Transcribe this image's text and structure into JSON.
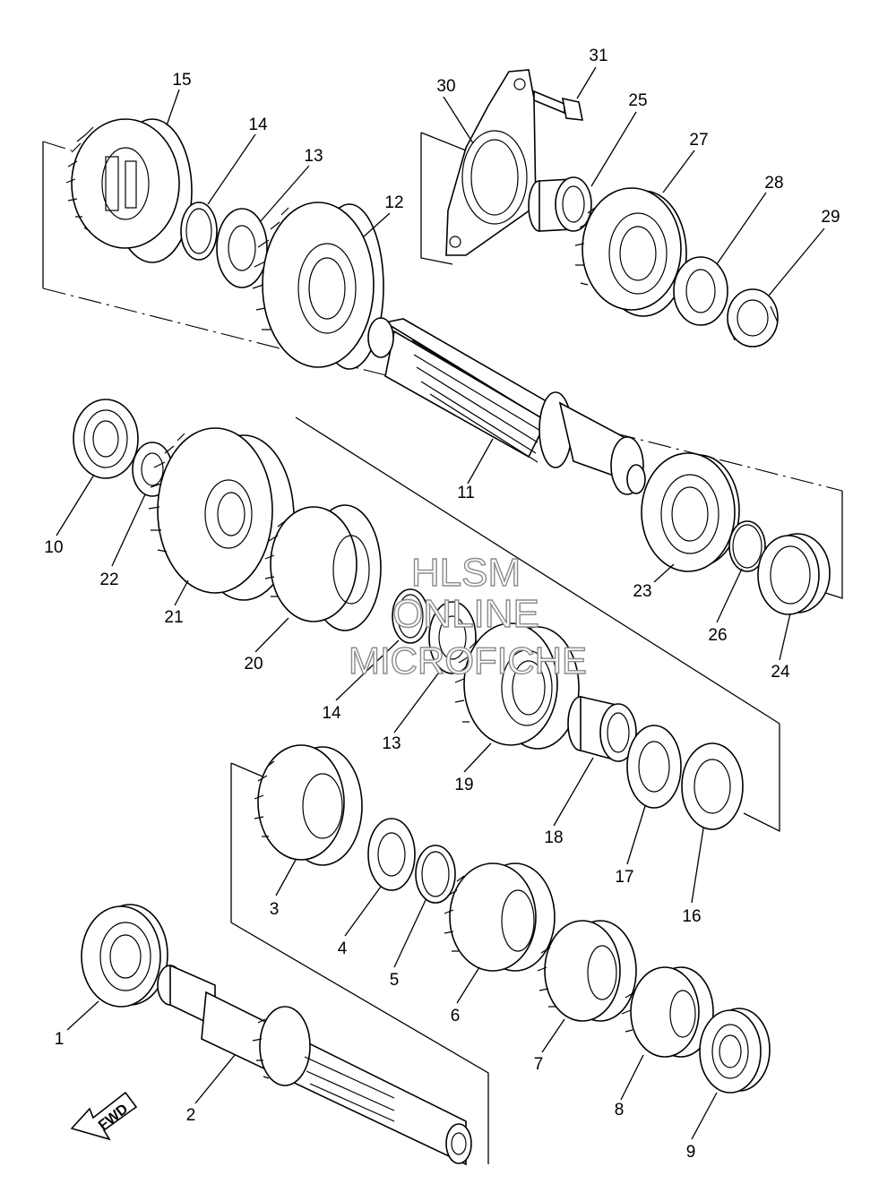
{
  "callouts": [
    "1",
    "2",
    "3",
    "4",
    "5",
    "6",
    "7",
    "8",
    "9",
    "10",
    "11",
    "12",
    "13",
    "14",
    "15",
    "16",
    "17",
    "18",
    "19",
    "20",
    "21",
    "22",
    "23",
    "24",
    "25",
    "26",
    "27",
    "28",
    "29",
    "30",
    "31",
    "14",
    "13"
  ],
  "watermark": {
    "line1": "HLSM",
    "line2": "ONLINE",
    "line3": "MICROFICHE"
  },
  "fwd_label": "FWD"
}
